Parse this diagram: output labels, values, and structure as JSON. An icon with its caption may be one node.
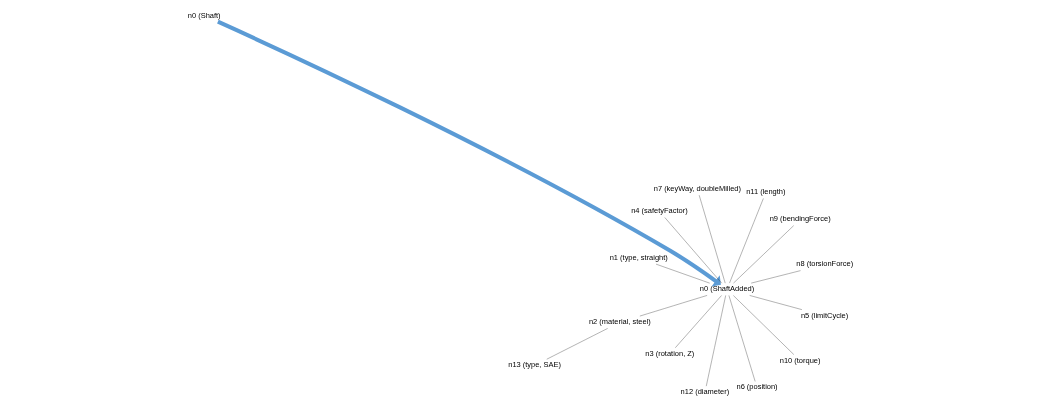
{
  "diagram": {
    "nodes": [
      {
        "text": [
          "n0 (Shaft)"
        ]
      },
      {
        "text": [
          "n0 (ShaftAdded)"
        ]
      },
      {
        "text": [
          "n13 (type, SAE)"
        ]
      },
      {
        "text": [
          "n2 (material, steel)"
        ]
      },
      {
        "text": [
          "n11 (length)"
        ]
      },
      {
        "text": [
          "n4 (safetyFactor)"
        ]
      },
      {
        "text": [
          "n3 (rotation, Z)"
        ]
      },
      {
        "text": [
          "n5 (limitCycle)"
        ]
      },
      {
        "text": [
          "n12 (diameter)"
        ]
      },
      {
        "text": [
          "n10 (torque)"
        ]
      },
      {
        "text": [
          "n6 (position)"
        ]
      },
      {
        "text": [
          "n1 (type, straight)"
        ]
      },
      {
        "text": [
          "n8 (torsionForce)"
        ]
      },
      {
        "text": [
          "n9 (bendingForce)"
        ]
      },
      {
        "text": [
          "n7 (keyWay, doubleMilled)"
        ]
      }
    ],
    "edges": [
      {
        "from": 0,
        "to": 1,
        "arrow": "to",
        "style": "thick",
        "color": "#5b9bd5"
      },
      {
        "from": 2,
        "to": 3,
        "arrow": "none"
      },
      {
        "from": 1,
        "to": 3,
        "arrow": "none"
      },
      {
        "from": 1,
        "to": 4,
        "arrow": "none"
      },
      {
        "from": 1,
        "to": 5,
        "arrow": "none"
      },
      {
        "from": 1,
        "to": 6,
        "arrow": "none"
      },
      {
        "from": 1,
        "to": 7,
        "arrow": "none"
      },
      {
        "from": 1,
        "to": 8,
        "arrow": "none"
      },
      {
        "from": 1,
        "to": 9,
        "arrow": "none"
      },
      {
        "from": 1,
        "to": 10,
        "arrow": "none"
      },
      {
        "from": 1,
        "to": 11,
        "arrow": "none"
      },
      {
        "from": 1,
        "to": 12,
        "arrow": "none"
      },
      {
        "from": 1,
        "to": 13,
        "arrow": "none"
      },
      {
        "from": 1,
        "to": 14,
        "arrow": "none"
      }
    ]
  }
}
